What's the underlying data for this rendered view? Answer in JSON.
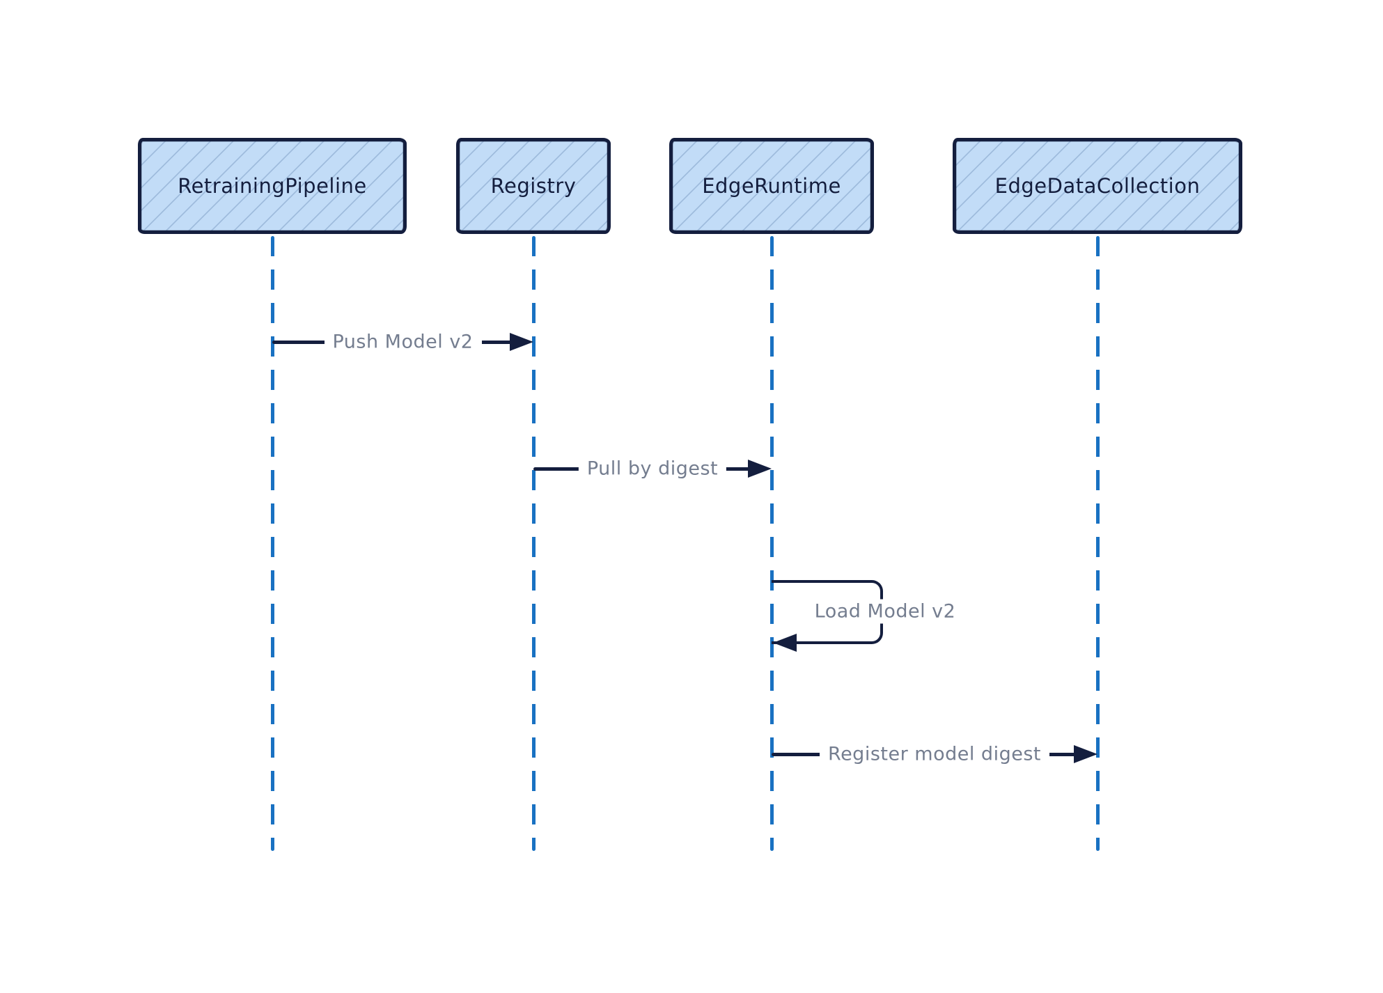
{
  "diagram": {
    "type": "sequence-diagram",
    "style": "hand-drawn",
    "background": "#ffffff"
  },
  "colors": {
    "actor_fill": "#c2dcf7",
    "actor_hatch": "#82a2c8",
    "stroke": "#141e3e",
    "lifeline": "#1971c2",
    "message_text": "#747d8f"
  },
  "actors": [
    {
      "id": "retraining-pipeline",
      "label": "RetrainingPipeline"
    },
    {
      "id": "registry",
      "label": "Registry"
    },
    {
      "id": "edge-runtime",
      "label": "EdgeRuntime"
    },
    {
      "id": "edge-data-collection",
      "label": "EdgeDataCollection"
    }
  ],
  "messages": [
    {
      "label": "Push Model v2",
      "from": "RetrainingPipeline",
      "to": "Registry",
      "kind": "solid-arrow"
    },
    {
      "label": "Pull by digest",
      "from": "Registry",
      "to": "EdgeRuntime",
      "kind": "solid-arrow"
    },
    {
      "label": "Load Model v2",
      "from": "EdgeRuntime",
      "to": "EdgeRuntime",
      "kind": "self-loop"
    },
    {
      "label": "Register model digest",
      "from": "EdgeRuntime",
      "to": "EdgeDataCollection",
      "kind": "solid-arrow"
    }
  ]
}
